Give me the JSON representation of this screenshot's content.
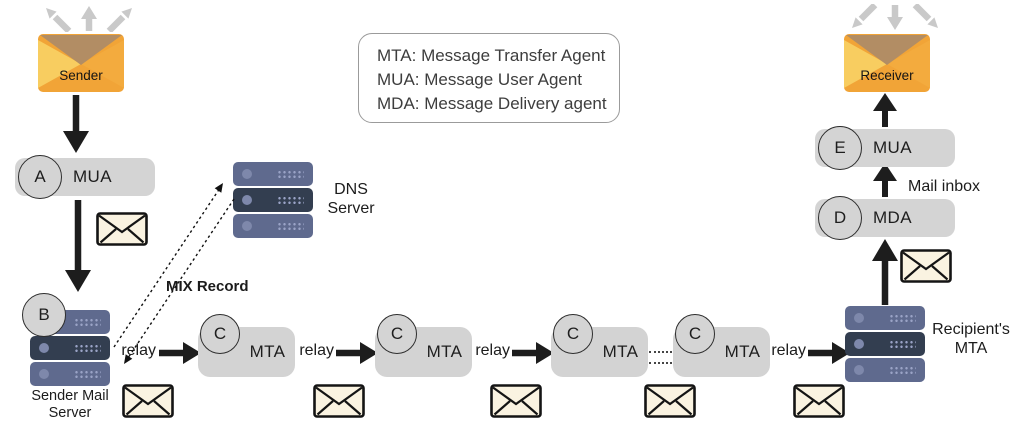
{
  "legend": {
    "line1": "MTA: Message Transfer Agent",
    "line2": "MUA: Message User Agent",
    "line3": "MDA: Message Delivery agent"
  },
  "sender": {
    "label": "Sender"
  },
  "receiver": {
    "label": "Receiver"
  },
  "left": {
    "mua_badge": "A",
    "mua_label": "MUA",
    "server_badge": "B",
    "server_label": "Sender Mail Server"
  },
  "dns": {
    "label": "DNS Server",
    "record_label": "MIX Record"
  },
  "chain": {
    "relay_label": "relay",
    "mta_badge": "C",
    "mta_label": "MTA",
    "recipient_label": "Recipient's MTA"
  },
  "right": {
    "mda_badge": "D",
    "mda_label": "MDA",
    "mua_badge": "E",
    "mua_label": "MUA",
    "inbox_label": "Mail inbox"
  },
  "icons": {
    "sender_envelope": "orange-envelope",
    "receiver_envelope": "orange-envelope",
    "message_envelope": "cream-envelope",
    "server": "server-stack",
    "outgoing": "three-arrows-up",
    "incoming": "three-arrows-down"
  },
  "colors": {
    "accent_orange": "#f1a437",
    "envelope_flap_tan": "#b28d64",
    "server_slate": "#5f6a8e",
    "server_dark": "#333e50",
    "node_gray": "#d4d4d4",
    "arrow_gray": "#c9c9c9",
    "arrow_black": "#1d1d1d",
    "envelope_cream": "#faf3e1"
  }
}
